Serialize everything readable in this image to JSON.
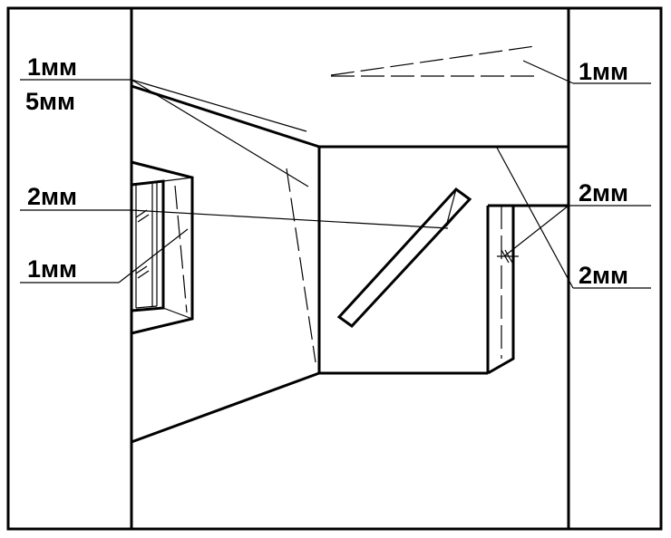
{
  "labels": {
    "top_left_upper": "1мм",
    "top_left_lower": "5мм",
    "left_middle_upper": "2мм",
    "left_middle_lower": "1мм",
    "right_top": "1мм",
    "right_middle_upper": "2мм",
    "right_middle_lower": "2мм"
  },
  "colors": {
    "line": "#000000",
    "background": "#ffffff"
  }
}
